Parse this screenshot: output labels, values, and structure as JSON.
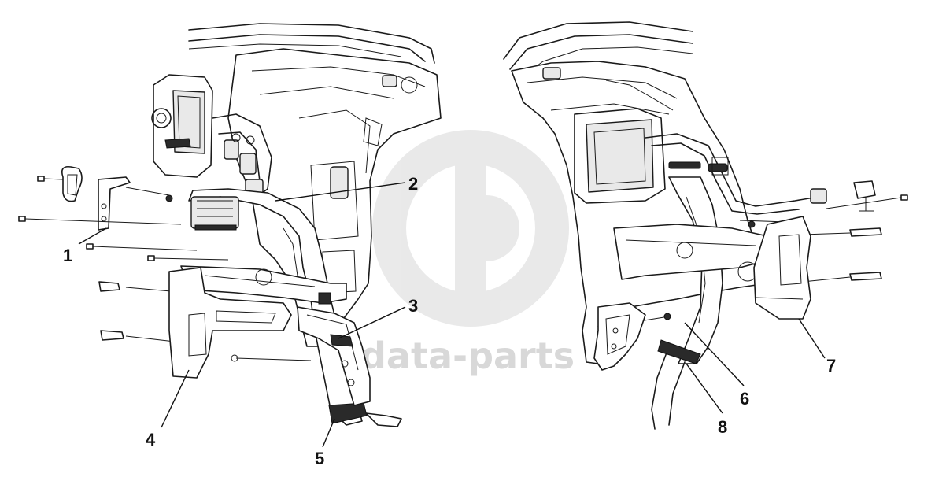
{
  "watermark": {
    "text": "data-parts",
    "color": "#d4d4d4"
  },
  "corner_mark": "-- ---",
  "callouts": [
    {
      "id": "1",
      "label": "1"
    },
    {
      "id": "2",
      "label": "2"
    },
    {
      "id": "3",
      "label": "3"
    },
    {
      "id": "4",
      "label": "4"
    },
    {
      "id": "5",
      "label": "5"
    },
    {
      "id": "6",
      "label": "6"
    },
    {
      "id": "7",
      "label": "7"
    },
    {
      "id": "8",
      "label": "8"
    }
  ],
  "colors": {
    "line": "#1a1a1a",
    "background": "#ffffff"
  }
}
